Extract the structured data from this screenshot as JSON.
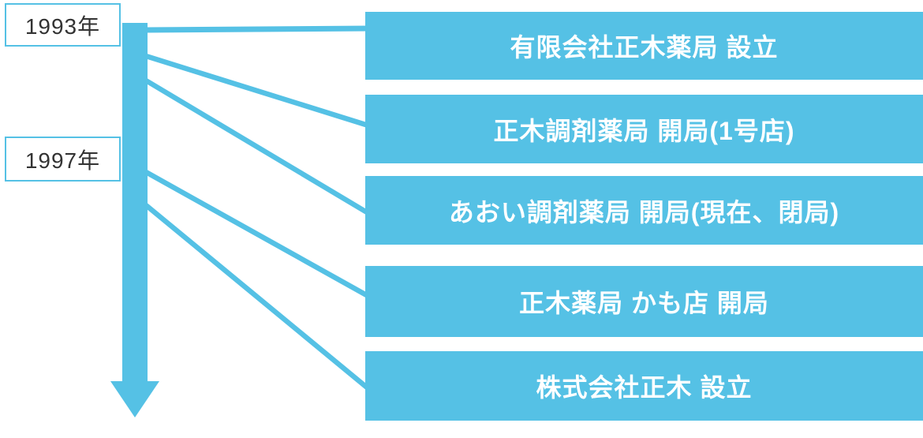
{
  "diagram": {
    "type": "timeline",
    "orientation": "vertical-down-arrow",
    "years": [
      {
        "label": "1993年"
      },
      {
        "label": "1997年"
      }
    ],
    "events": [
      {
        "label": "有限会社正木薬局 設立"
      },
      {
        "label": "正木調剤薬局 開局(1号店)"
      },
      {
        "label": "あおい調剤薬局 開局(現在、閉局)"
      },
      {
        "label": "正木薬局 かも店 開局"
      },
      {
        "label": "株式会社正木 設立"
      }
    ],
    "icons": [
      {
        "name": "down-arrow-icon"
      }
    ],
    "colors": {
      "accent": "#55C1E5",
      "event_text": "#FFFFFF",
      "year_text": "#333333",
      "background": "#FFFFFF"
    }
  }
}
